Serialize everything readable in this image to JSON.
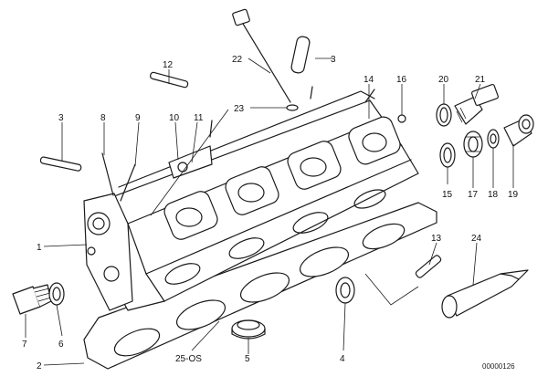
{
  "callouts": [
    {
      "id": "c1",
      "text": "1"
    },
    {
      "id": "c2",
      "text": "2"
    },
    {
      "id": "c3a",
      "text": "3"
    },
    {
      "id": "c3b",
      "text": "3"
    },
    {
      "id": "c4",
      "text": "4"
    },
    {
      "id": "c5",
      "text": "5"
    },
    {
      "id": "c6",
      "text": "6"
    },
    {
      "id": "c7",
      "text": "7"
    },
    {
      "id": "c8",
      "text": "8"
    },
    {
      "id": "c9",
      "text": "9"
    },
    {
      "id": "c10",
      "text": "10"
    },
    {
      "id": "c11",
      "text": "11"
    },
    {
      "id": "c12",
      "text": "12"
    },
    {
      "id": "c13",
      "text": "13"
    },
    {
      "id": "c14",
      "text": "14"
    },
    {
      "id": "c15",
      "text": "15"
    },
    {
      "id": "c16",
      "text": "16"
    },
    {
      "id": "c17",
      "text": "17"
    },
    {
      "id": "c18",
      "text": "18"
    },
    {
      "id": "c19",
      "text": "19"
    },
    {
      "id": "c20",
      "text": "20"
    },
    {
      "id": "c21",
      "text": "21"
    },
    {
      "id": "c22",
      "text": "22"
    },
    {
      "id": "c23",
      "text": "23"
    },
    {
      "id": "c24",
      "text": "24"
    },
    {
      "id": "c25",
      "text": "25-OS"
    }
  ],
  "drawing_number": "00000126"
}
